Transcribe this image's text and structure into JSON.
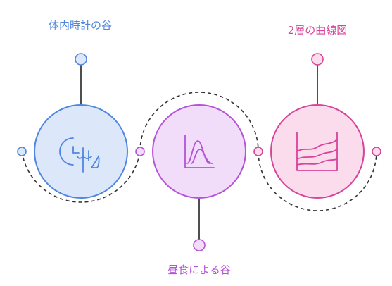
{
  "stages": [
    {
      "label": "体内時計の谷",
      "icon": "clock-leaf-icon",
      "stroke": "#4f86de",
      "fill": "#dce8fa",
      "dot_fill": "#dce8fa"
    },
    {
      "label": "昼食による谷",
      "icon": "bell-curve-chart-icon",
      "stroke": "#b553d8",
      "fill": "#f1dcf9",
      "dot_fill": "#f1dcf9"
    },
    {
      "label": "2層の曲線図",
      "icon": "layered-area-chart-icon",
      "stroke": "#d9439a",
      "fill": "#fbdcec",
      "dot_fill": "#fbdcec"
    }
  ],
  "colors": {
    "connector": "#222222",
    "dashed_path": "#333333"
  }
}
